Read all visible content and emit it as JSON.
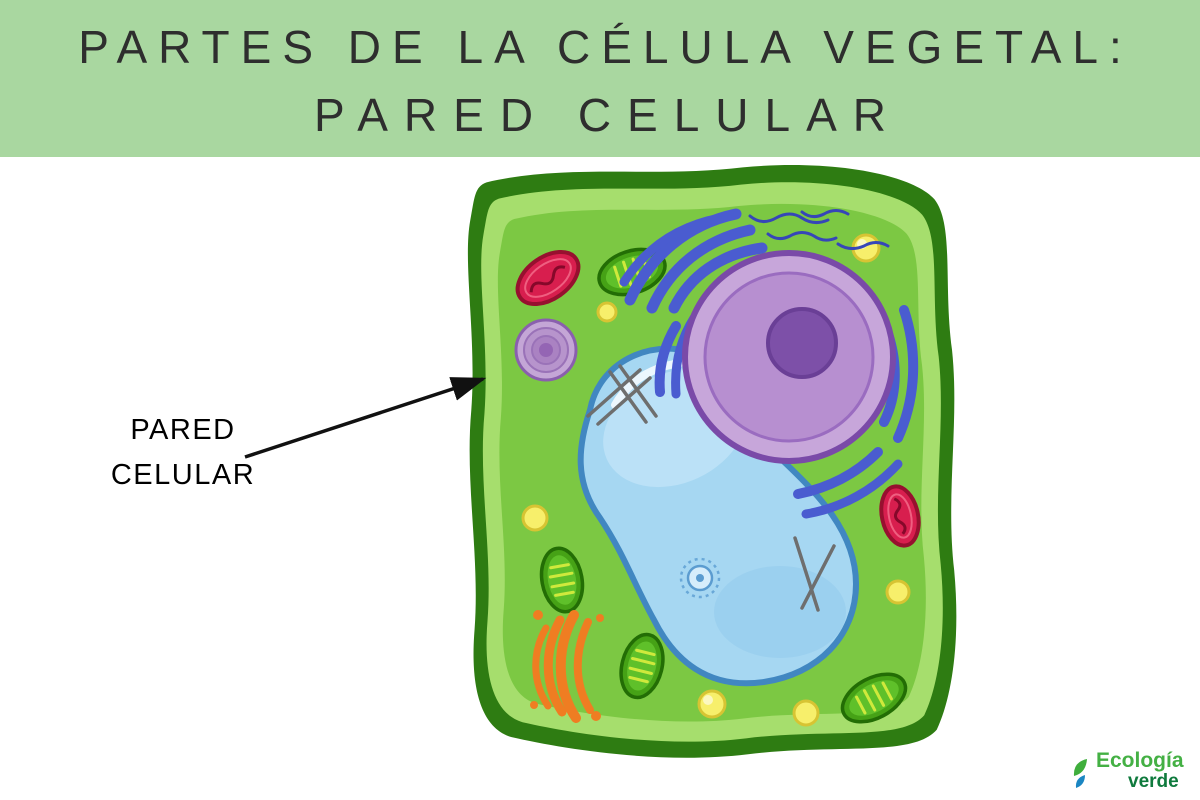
{
  "header": {
    "bg": "#a9d7a0",
    "line1": "PARTES DE LA CÉLULA VEGETAL:",
    "line2": "PARED CELULAR"
  },
  "callout": {
    "line1": "PARED",
    "line2": "CELULAR",
    "arrow_color": "#111111"
  },
  "logo": {
    "word1": "Ecología",
    "word2": "verde",
    "color1": "#44b044",
    "color2": "#0f7a3d"
  },
  "palette": {
    "cell_wall": "#2e7c12",
    "membrane_band": "#a6de6d",
    "cytoplasm": "#7cc843",
    "vacuole_fill": "#a6d7f2",
    "vacuole_stroke": "#4187c1",
    "nucleus_fill": "#c7a6da",
    "nucleolus": "#7d50a8",
    "er_blue": "#4a5cd0",
    "mitochondrion": "#d81e4e",
    "chloroplast": "#46a216",
    "golgi": "#ef7d22",
    "vesicle": "#f7ef6b"
  },
  "organelles": [
    "cell-wall",
    "plasma-membrane",
    "cytoplasm",
    "central-vacuole",
    "nucleus",
    "nucleolus",
    "endoplasmic-reticulum",
    "mitochondrion",
    "chloroplast",
    "golgi-apparatus",
    "vesicles",
    "cytoskeleton-filaments",
    "plastid-rings"
  ]
}
